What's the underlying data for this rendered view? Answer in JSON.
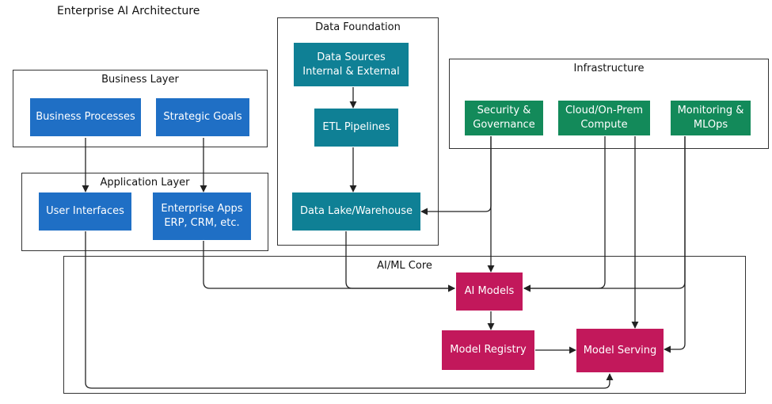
{
  "title": "Enterprise AI Architecture",
  "groups": {
    "business": "Business Layer",
    "application": "Application Layer",
    "data": "Data Foundation",
    "infrastructure": "Infrastructure",
    "core": "AI/ML Core"
  },
  "nodes": {
    "business_processes": "Business Processes",
    "strategic_goals": "Strategic Goals",
    "user_interfaces": "User Interfaces",
    "enterprise_apps": "Enterprise Apps\nERP, CRM, etc.",
    "data_sources": "Data Sources\nInternal & External",
    "etl": "ETL Pipelines",
    "data_lake": "Data Lake/Warehouse",
    "security": "Security &\nGovernance",
    "compute": "Cloud/On-Prem\nCompute",
    "monitoring": "Monitoring &\nMLOps",
    "ai_models": "AI Models",
    "model_registry": "Model Registry",
    "model_serving": "Model Serving"
  },
  "colors": {
    "business": "#1f6fc5",
    "data": "#0f8095",
    "infrastructure": "#138a5a",
    "core": "#c2185b"
  },
  "edges": [
    [
      "Business Processes",
      "User Interfaces"
    ],
    [
      "Strategic Goals",
      "Enterprise Apps"
    ],
    [
      "Data Sources",
      "ETL Pipelines"
    ],
    [
      "ETL Pipelines",
      "Data Lake/Warehouse"
    ],
    [
      "Security & Governance",
      "Data Lake/Warehouse"
    ],
    [
      "Security & Governance",
      "AI Models"
    ],
    [
      "Enterprise Apps",
      "AI Models"
    ],
    [
      "Data Lake/Warehouse",
      "AI Models"
    ],
    [
      "Cloud/On-Prem Compute",
      "AI Models"
    ],
    [
      "Monitoring & MLOps",
      "AI Models"
    ],
    [
      "AI Models",
      "Model Registry"
    ],
    [
      "Model Registry",
      "Model Serving"
    ],
    [
      "Cloud/On-Prem Compute",
      "Model Serving"
    ],
    [
      "Monitoring & MLOps",
      "Model Serving"
    ],
    [
      "User Interfaces",
      "Model Serving"
    ]
  ]
}
